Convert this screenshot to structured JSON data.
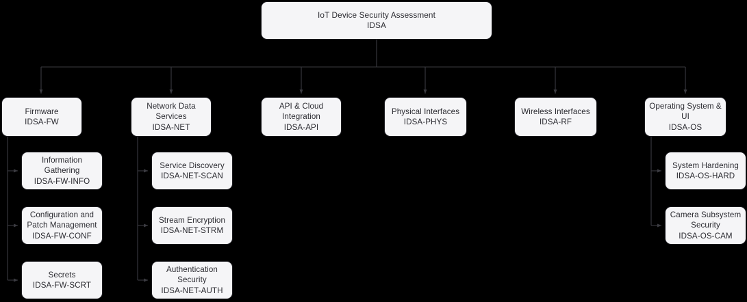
{
  "diagram": {
    "type": "tree",
    "title": "IoT Device Security Assessment",
    "background_color": "#000000",
    "node_fill_color": "#f5f5f7",
    "node_border_color": "#1b1b1f",
    "node_text_color": "#2b2b31",
    "edge_color": "#3b3b41",
    "root": {
      "name": "IoT Device Security Assessment",
      "code": "IDSA",
      "label": "IoT Device Security Assessment\nIDSA"
    },
    "categories": [
      {
        "name": "Firmware",
        "code": "IDSA-FW",
        "label": "Firmware\nIDSA-FW",
        "children": [
          {
            "name": "Information Gathering",
            "code": "IDSA-FW-INFO",
            "label": "Information Gathering\nIDSA-FW-INFO"
          },
          {
            "name": "Configuration and Patch Management",
            "code": "IDSA-FW-CONF",
            "label": "Configuration and\nPatch Management\nIDSA-FW-CONF"
          },
          {
            "name": "Secrets",
            "code": "IDSA-FW-SCRT",
            "label": "Secrets\nIDSA-FW-SCRT"
          }
        ]
      },
      {
        "name": "Network Data Services",
        "code": "IDSA-NET",
        "label": "Network Data\nServices\nIDSA-NET",
        "children": [
          {
            "name": "Service Discovery",
            "code": "IDSA-NET-SCAN",
            "label": "Service Discovery\nIDSA-NET-SCAN"
          },
          {
            "name": "Stream Encryption",
            "code": "IDSA-NET-STRM",
            "label": "Stream Encryption\nIDSA-NET-STRM"
          },
          {
            "name": "Authentication Security",
            "code": "IDSA-NET-AUTH",
            "label": "Authentication\nSecurity\nIDSA-NET-AUTH"
          }
        ]
      },
      {
        "name": "API & Cloud Integration",
        "code": "IDSA-API",
        "label": "API & Cloud\nIntegration\nIDSA-API",
        "children": []
      },
      {
        "name": "Physical Interfaces",
        "code": "IDSA-PHYS",
        "label": "Physical Interfaces\nIDSA-PHYS",
        "children": []
      },
      {
        "name": "Wireless Interfaces",
        "code": "IDSA-RF",
        "label": "Wireless Interfaces\nIDSA-RF",
        "children": []
      },
      {
        "name": "Operating System & UI",
        "code": "IDSA-OS",
        "label": "Operating System &\nUI\nIDSA-OS",
        "children": [
          {
            "name": "System Hardening",
            "code": "IDSA-OS-HARD",
            "label": "System Hardening\nIDSA-OS-HARD"
          },
          {
            "name": "Camera Subsystem Security",
            "code": "IDSA-OS-CAM",
            "label": "Camera Subsystem\nSecurity\nIDSA-OS-CAM"
          }
        ]
      }
    ]
  }
}
